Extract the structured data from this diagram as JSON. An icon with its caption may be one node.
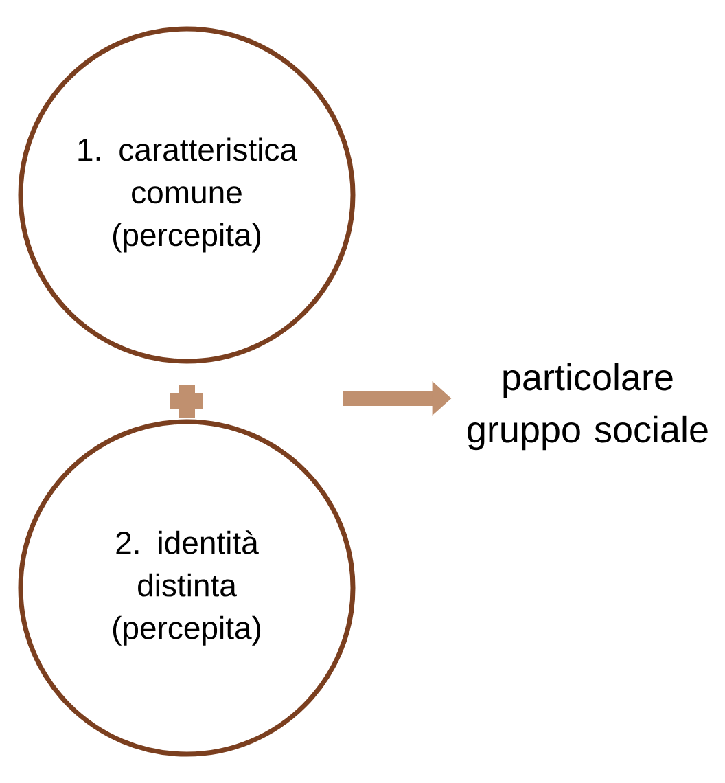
{
  "diagram": {
    "nodes": [
      {
        "text": [
          "1. caratteristica comune (percepita)"
        ]
      },
      {
        "text": [
          "2. identità distinta (percepita)"
        ]
      },
      {
        "text": [
          "particolare gruppo sociale"
        ]
      }
    ],
    "edges": [
      {
        "from": null,
        "to": 2,
        "arrow": "to",
        "color": "#c0906f"
      }
    ]
  }
}
